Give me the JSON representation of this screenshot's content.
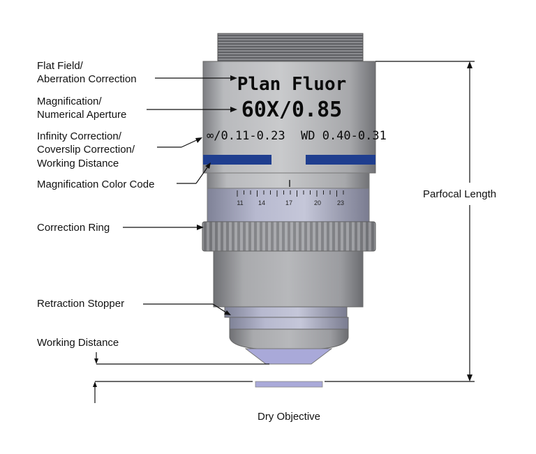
{
  "engraving": {
    "line1": "Plan Fluor",
    "line2": "60X/0.85",
    "line3_left": "∞/0.11-0.23",
    "line3_right": "WD 0.40-0.31"
  },
  "scale": {
    "ticks": [
      "11",
      "14",
      "17",
      "20",
      "23"
    ]
  },
  "labels": {
    "flat_field_1": "Flat Field/",
    "flat_field_2": "Aberration Correction",
    "magnification_1": "Magnification/",
    "magnification_2": "Numerical Aperture",
    "infinity_1": "Infinity Correction/",
    "infinity_2": "Coverslip Correction/",
    "infinity_3": "Working Distance",
    "color_code": "Magnification Color Code",
    "correction_ring": "Correction Ring",
    "retraction_stopper": "Retraction Stopper",
    "working_distance": "Working Distance",
    "parfocal_length": "Parfocal Length",
    "caption": "Dry Objective"
  },
  "colors": {
    "color_code_band": "#1f3e8f",
    "lens_glass": "#a9a9d9",
    "coverslip": "#a9a9d9",
    "body_gray": "#a6a7aa"
  }
}
